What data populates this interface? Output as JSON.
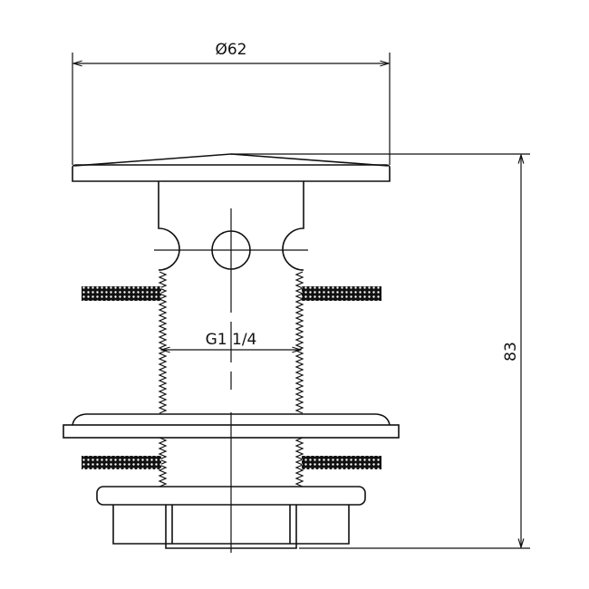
{
  "drawing": {
    "diameter_label": "Ø62",
    "thread_label": "G1 1/4",
    "height_label": "83"
  },
  "colors": {
    "line": "#111111",
    "background": "#ffffff"
  }
}
